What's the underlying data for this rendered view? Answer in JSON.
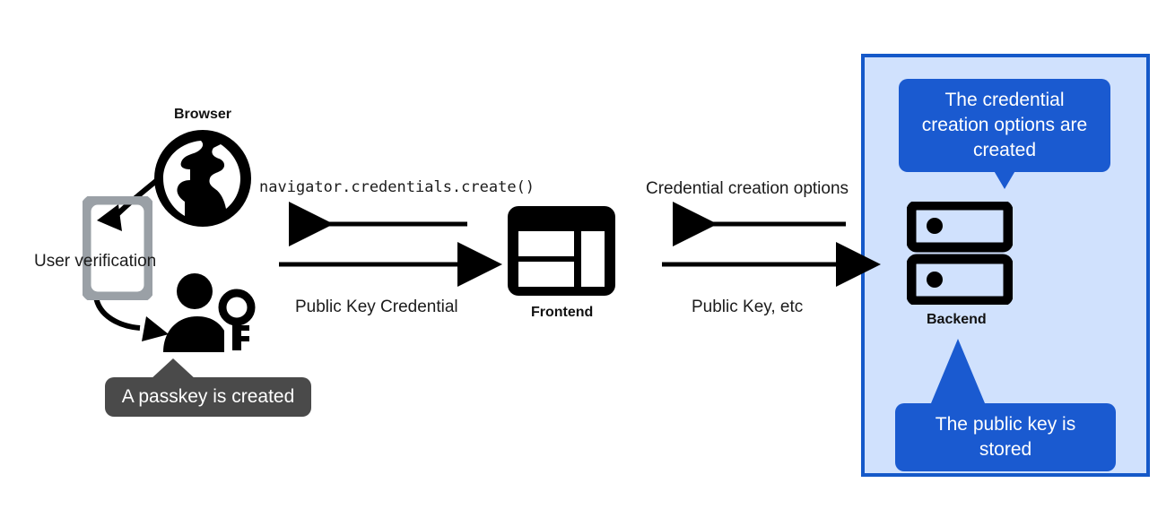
{
  "diagram": {
    "title": "WebAuthn passkey registration flow",
    "colors": {
      "panel_bg": "#d0e1fd",
      "panel_border": "#1559c9",
      "callout_blue": "#1a5ad0",
      "tooltip_gray": "#4a4a4a",
      "phone_gray": "#9aa0a6",
      "ink": "#111111"
    },
    "nodes": {
      "browser": {
        "label": "Browser",
        "icon": "globe-icon"
      },
      "phone": {
        "icon": "phone-icon"
      },
      "user_key": {
        "icon": "user-with-key-icon"
      },
      "frontend": {
        "label": "Frontend",
        "icon": "webpage-layout-icon"
      },
      "backend": {
        "label": "Backend",
        "icon": "server-rack-icon"
      }
    },
    "annotations": {
      "user_verification": "User verification",
      "passkey_tooltip": "A passkey is created"
    },
    "edges": [
      {
        "label": "navigator.credentials.create()",
        "direction": "left",
        "style": "mono"
      },
      {
        "label": "Public Key Credential",
        "direction": "right",
        "style": "sans"
      },
      {
        "label": "Credential creation options",
        "direction": "left",
        "style": "sans"
      },
      {
        "label": "Public Key, etc",
        "direction": "right",
        "style": "sans"
      }
    ],
    "callouts": [
      {
        "text": "The credential creation options are created",
        "position": "top",
        "tail": "down"
      },
      {
        "text": "The public key is stored",
        "position": "bottom",
        "tail": "up"
      }
    ]
  }
}
